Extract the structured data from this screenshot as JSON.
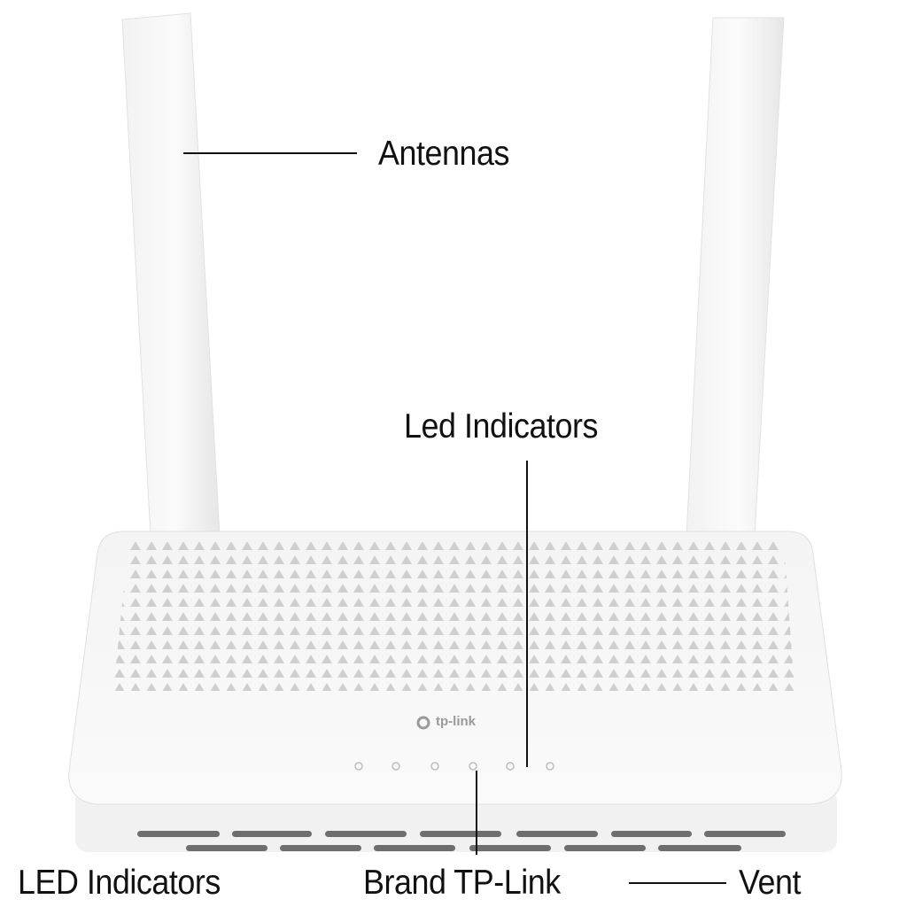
{
  "labels": {
    "antennas": "Antennas",
    "led_indicators_top": "Led Indicators",
    "led_indicators_bottom": "LED Indicators",
    "brand": "Brand TP-Link",
    "vent": "Vent"
  },
  "device": {
    "logo_text": "tp-link",
    "led_count": 6
  },
  "colors": {
    "body": "#f7f7f7",
    "grille": "#c9c9c9",
    "leader_line": "#111111"
  }
}
